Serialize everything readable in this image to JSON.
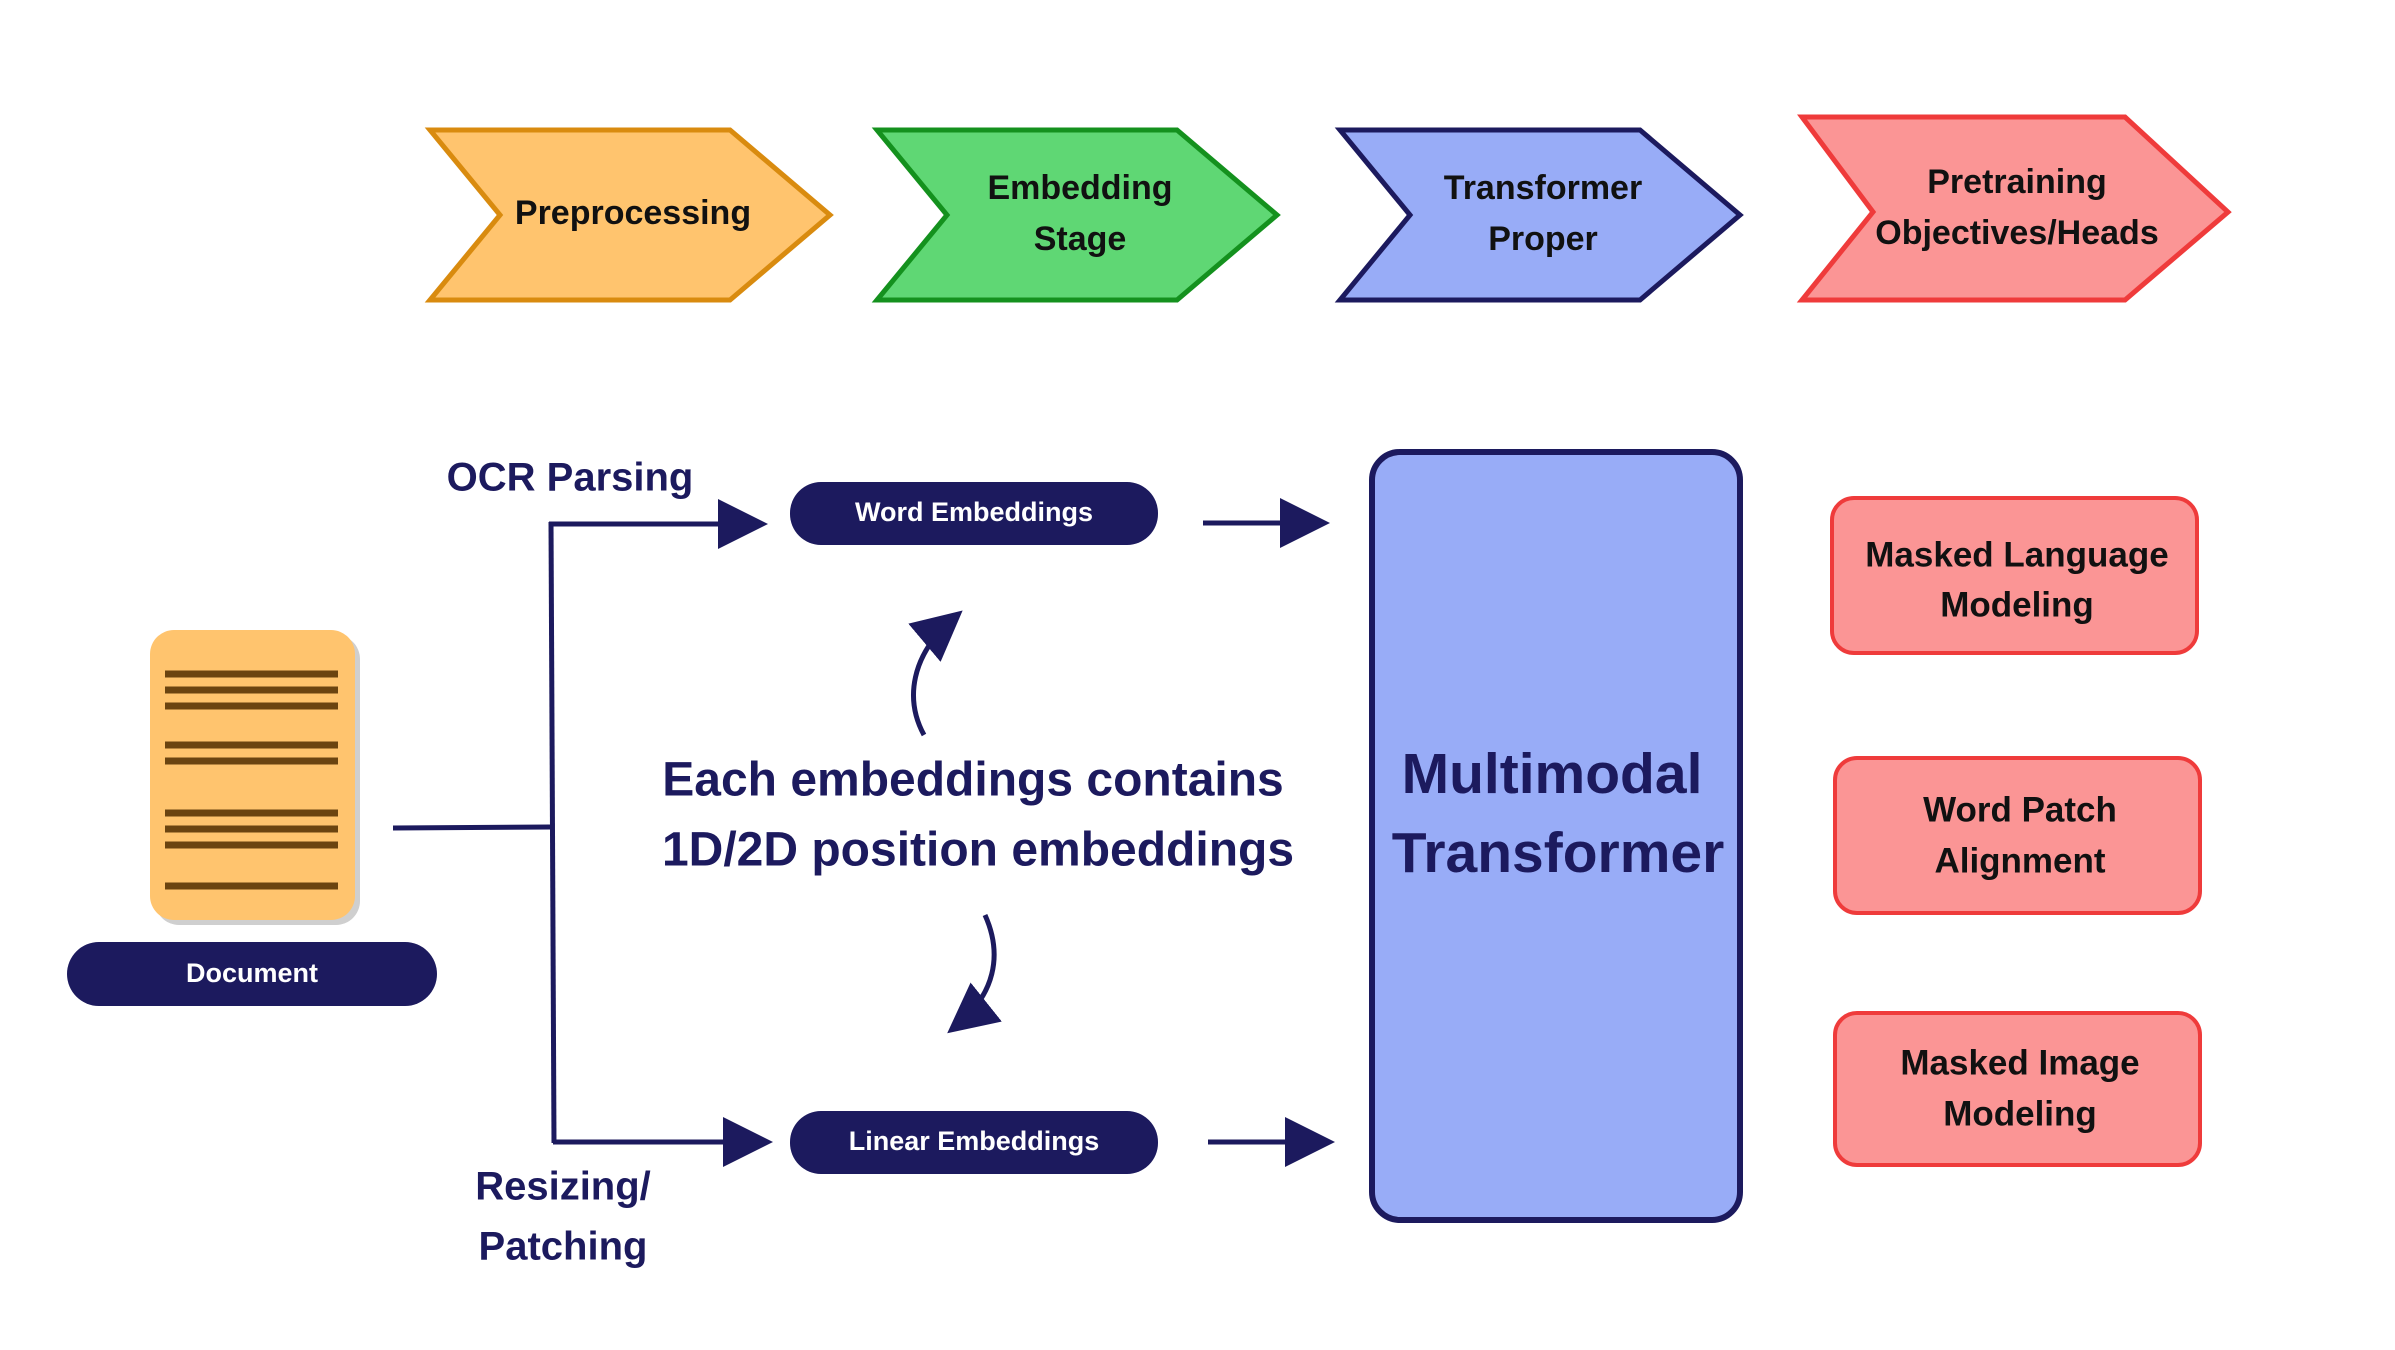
{
  "stages": [
    {
      "line1": "Preprocessing",
      "line2": "",
      "fill": "#ffc46e",
      "stroke": "#d98b0f"
    },
    {
      "line1": "Embedding",
      "line2": "Stage",
      "fill": "#5fd774",
      "stroke": "#14911e"
    },
    {
      "line1": "Transformer",
      "line2": "Proper",
      "fill": "#98acf7",
      "stroke": "#1c1a5e"
    },
    {
      "line1": "Pretraining",
      "line2": "Objectives/Heads",
      "fill": "#fb9595",
      "stroke": "#ef3b3b"
    }
  ],
  "document": {
    "label": "Document",
    "fill": "#ffc46e",
    "line_color": "#6b4410"
  },
  "branches": {
    "top_label": "OCR Parsing",
    "bottom_line1": "Resizing/",
    "bottom_line2": "Patching"
  },
  "embeddings": {
    "word": "Word Embeddings",
    "linear": "Linear Embeddings"
  },
  "note": {
    "line1": "Each embeddings contains",
    "line2": "1D/2D position embeddings"
  },
  "transformer": {
    "line1": "Multimodal",
    "line2": "Transformer",
    "fill": "#98acf7"
  },
  "objectives": [
    {
      "line1": "Masked Language",
      "line2": "Modeling"
    },
    {
      "line1": "Word Patch",
      "line2": "Alignment"
    },
    {
      "line1": "Masked Image",
      "line2": "Modeling"
    }
  ],
  "colors": {
    "navy": "#1c1a5e",
    "objective_fill": "#fb9595",
    "objective_stroke": "#ef3b3b"
  }
}
